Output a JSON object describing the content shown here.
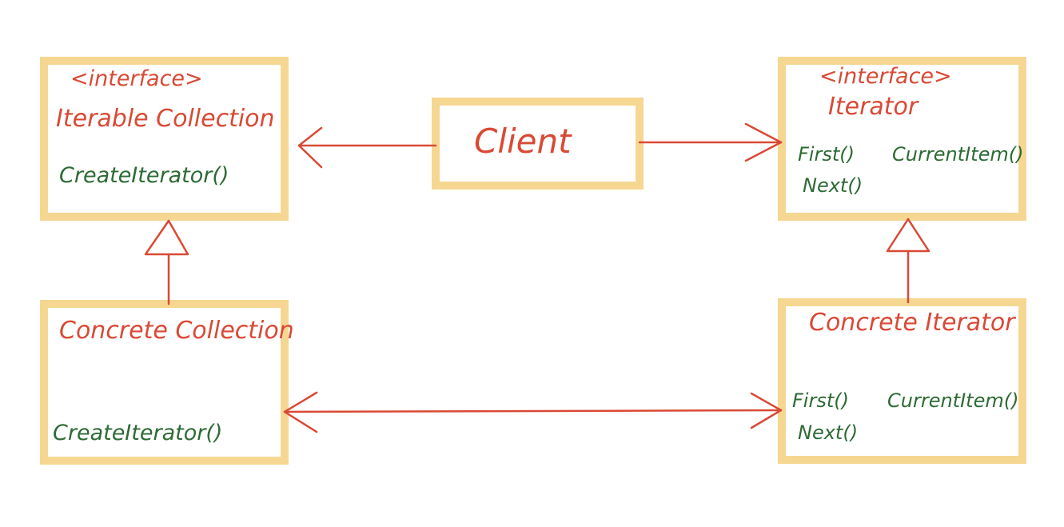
{
  "diagram": {
    "iterable_collection": {
      "stereotype": "<interface>",
      "name": "Iterable Collection",
      "methods": [
        "CreateIterator()"
      ]
    },
    "client": {
      "name": "Client"
    },
    "iterator": {
      "stereotype": "<interface>",
      "name": "Iterator",
      "methods": [
        "First()",
        "CurrentItem()",
        "Next()"
      ]
    },
    "concrete_collection": {
      "name": "Concrete Collection",
      "methods": [
        "CreateIterator()"
      ]
    },
    "concrete_iterator": {
      "name": "Concrete Iterator",
      "methods": [
        "First()",
        "CurrentItem()",
        "Next()"
      ]
    },
    "colors": {
      "box_border": "#f6d792",
      "name_text": "#d94a35",
      "method_text": "#2e6b35",
      "arrow": "#d94a35"
    }
  }
}
